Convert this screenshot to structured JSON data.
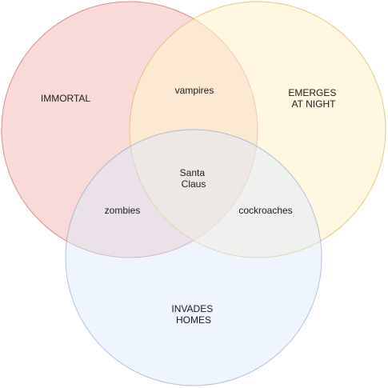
{
  "diagram": {
    "sets": [
      {
        "id": "immortal",
        "lines": [
          "IMMORTAL"
        ],
        "fill": "#f8cecc",
        "stroke": "#b85450"
      },
      {
        "id": "emerges",
        "lines": [
          "EMERGES",
          "AT NIGHT"
        ],
        "fill": "#fff2cc",
        "stroke": "#d6b656"
      },
      {
        "id": "invades",
        "lines": [
          "INVADES",
          "HOMES"
        ],
        "fill": "#dae8fc",
        "stroke": "#6c8ebf"
      }
    ],
    "intersections": [
      {
        "id": "immortal-emerges",
        "members": [
          "immortal",
          "emerges"
        ],
        "lines": [
          "vampires"
        ]
      },
      {
        "id": "immortal-invades",
        "members": [
          "immortal",
          "invades"
        ],
        "lines": [
          "zombies"
        ]
      },
      {
        "id": "emerges-invades",
        "members": [
          "emerges",
          "invades"
        ],
        "lines": [
          "cockroaches"
        ]
      },
      {
        "id": "all",
        "members": [
          "immortal",
          "emerges",
          "invades"
        ],
        "lines": [
          "Santa",
          "Claus"
        ]
      }
    ]
  }
}
